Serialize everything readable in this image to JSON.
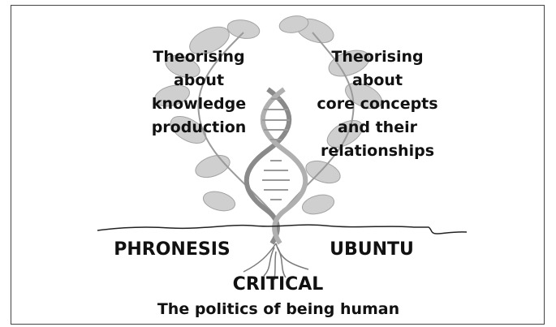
{
  "left_label": [
    "Theorising",
    "about",
    "knowledge",
    "production"
  ],
  "right_label": [
    "Theorising",
    "about",
    "core concepts",
    "and their",
    "relationships"
  ],
  "terms": {
    "phronesis": "PHRONESIS",
    "ubuntu": "UBUNTU",
    "critical": "CRITICAL",
    "politics": "The politics of being human"
  },
  "colors": {
    "leaf": "#c9c9c9",
    "leaf_edge": "#9a9a9a",
    "stem": "#8f8f8f",
    "ground": "#222222",
    "text": "#111111"
  }
}
